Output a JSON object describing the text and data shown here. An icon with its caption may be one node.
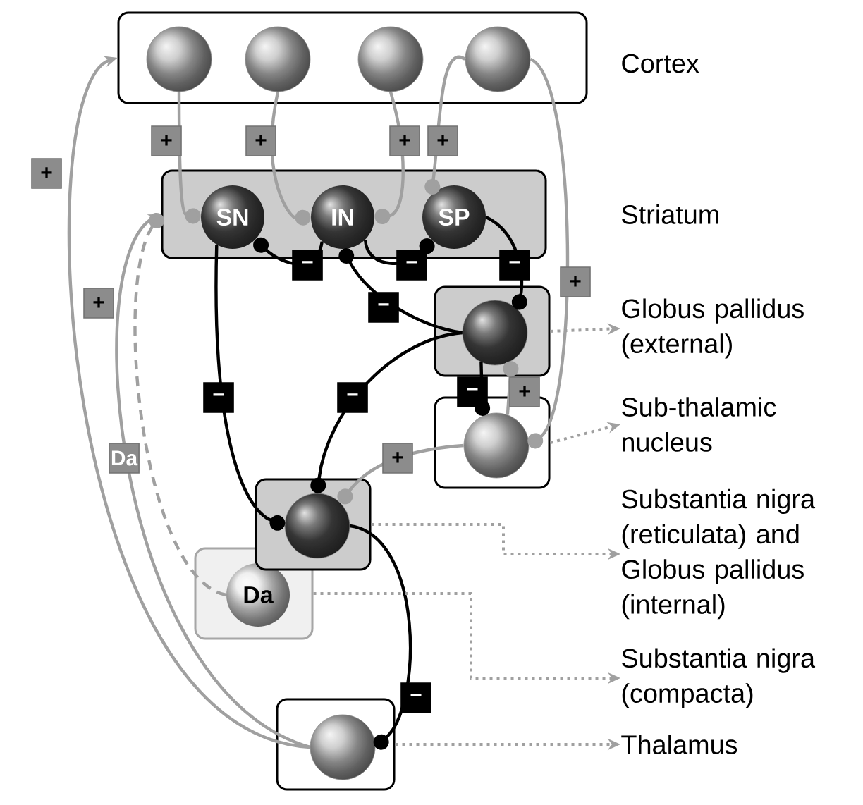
{
  "diagram": {
    "nodes": [
      {
        "text": [],
        "shape": "box",
        "beside": [
          "Cortex"
        ]
      },
      {
        "text": [],
        "shape": "circle",
        "in": 0
      },
      {
        "text": [],
        "shape": "circle",
        "in": 0
      },
      {
        "text": [],
        "shape": "circle",
        "in": 0
      },
      {
        "text": [],
        "shape": "circle",
        "in": 0
      },
      {
        "text": [],
        "shape": "box",
        "beside": [
          "Striatum"
        ]
      },
      {
        "text": [
          "SN"
        ],
        "in": 5
      },
      {
        "text": [
          "IN"
        ],
        "in": 5
      },
      {
        "text": [
          "SP"
        ],
        "in": 5
      },
      {
        "text": [],
        "shape": "box"
      },
      {
        "text": [],
        "shape": "circle",
        "in": 9
      },
      {
        "text": [],
        "shape": "box"
      },
      {
        "text": [],
        "shape": "circle",
        "in": 11
      },
      {
        "text": [],
        "shape": "box"
      },
      {
        "text": [],
        "shape": "circle",
        "in": 13
      },
      {
        "text": [],
        "shape": "box"
      },
      {
        "text": [
          "Da"
        ],
        "in": 15
      },
      {
        "text": [],
        "shape": "box"
      },
      {
        "text": [],
        "shape": "circle",
        "in": 17
      },
      {
        "text": [
          "Globus pallidus (external)"
        ]
      },
      {
        "text": [
          "Sub-thalamic nucleus"
        ]
      },
      {
        "text": [
          "Substantia nigra (reticulata) and Globus pallidus (internal)"
        ]
      },
      {
        "text": [
          "Substantia nigra (compacta)"
        ]
      },
      {
        "text": [
          "Thalamus"
        ]
      }
    ],
    "edges": [
      {
        "from": 1,
        "to": 6,
        "arrow": "other",
        "label": "+"
      },
      {
        "from": 2,
        "to": 7,
        "arrow": "other",
        "label": "+"
      },
      {
        "from": 3,
        "to": 7,
        "arrow": "other",
        "label": "+"
      },
      {
        "from": 4,
        "to": 8,
        "arrow": "other",
        "label": "+"
      },
      {
        "from": 4,
        "to": 12,
        "arrow": "other",
        "label": "+"
      },
      {
        "from": 12,
        "to": 10,
        "arrow": "other",
        "label": "+"
      },
      {
        "from": 12,
        "to": 14,
        "arrow": "other",
        "label": "+"
      },
      {
        "from": 18,
        "to": 0,
        "arrow": "to",
        "label": "+"
      },
      {
        "from": 18,
        "to": 5,
        "arrow": "to",
        "label": "+"
      },
      {
        "from": 16,
        "to": 5,
        "arrow": "other",
        "label": "Da",
        "style": "dashed"
      },
      {
        "from": 6,
        "to": 14,
        "arrow": "other",
        "label": "−",
        "color": "#000000"
      },
      {
        "from": 7,
        "to": 6,
        "arrow": "other",
        "label": "−",
        "color": "#000000"
      },
      {
        "from": 7,
        "to": 8,
        "arrow": "other",
        "label": "−",
        "color": "#000000"
      },
      {
        "from": 10,
        "to": 7,
        "arrow": "other",
        "label": "−",
        "color": "#000000"
      },
      {
        "from": 8,
        "to": 10,
        "arrow": "other",
        "label": "−",
        "color": "#000000"
      },
      {
        "from": 10,
        "to": 12,
        "arrow": "other",
        "label": "−",
        "color": "#000000"
      },
      {
        "from": 10,
        "to": 14,
        "arrow": "other",
        "label": "−",
        "color": "#000000"
      },
      {
        "from": 14,
        "to": 18,
        "arrow": "other",
        "label": "−",
        "color": "#000000"
      },
      {
        "from": 9,
        "to": 19,
        "arrow": "to",
        "style": "dashed"
      },
      {
        "from": 11,
        "to": 20,
        "arrow": "to",
        "style": "dashed"
      },
      {
        "from": 13,
        "to": 21,
        "arrow": "to",
        "style": "dashed"
      },
      {
        "from": 15,
        "to": 22,
        "arrow": "to",
        "style": "dashed"
      },
      {
        "from": 17,
        "to": 23,
        "arrow": "to",
        "style": "dashed"
      }
    ]
  }
}
